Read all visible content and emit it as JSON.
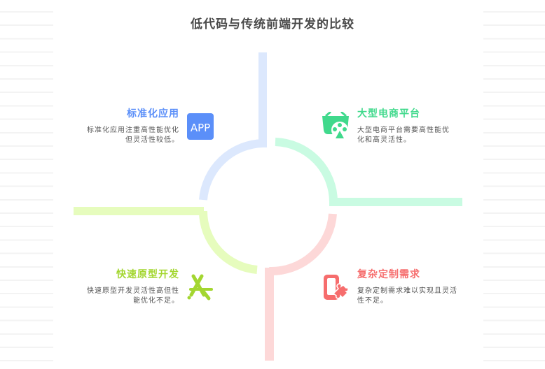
{
  "title": "低代码与传统前端开发的比较",
  "colors": {
    "blue": "#5b8ff9",
    "blue_light": "#dce8fd",
    "green": "#40d98c",
    "green_light": "#c9fbe2",
    "lime": "#a3d630",
    "lime_light": "#e6fcbd",
    "red": "#f66d6d",
    "red_light": "#fdd8d8",
    "title": "#4a4a4a",
    "text": "#555555"
  },
  "quadrants": [
    {
      "position": "top-left",
      "heading": "标准化应用",
      "description": "标准化应用注重高性能优化但灵活性较低。",
      "icon": "app-icon",
      "icon_text": "APP",
      "color": "#5b8ff9"
    },
    {
      "position": "top-right",
      "heading": "大型电商平台",
      "description": "大型电商平台需要高性能优化和高灵活性。",
      "icon": "shopping-basket-icon",
      "color": "#40d98c"
    },
    {
      "position": "bottom-left",
      "heading": "快速原型开发",
      "description": "快速原型开发灵活性高但性能优化不足。",
      "icon": "app-store-icon",
      "color": "#a3d630"
    },
    {
      "position": "bottom-right",
      "heading": "复杂定制需求",
      "description": "复杂定制需求难以实现且灵活性不足。",
      "icon": "device-puzzle-icon",
      "color": "#f66d6d"
    }
  ]
}
